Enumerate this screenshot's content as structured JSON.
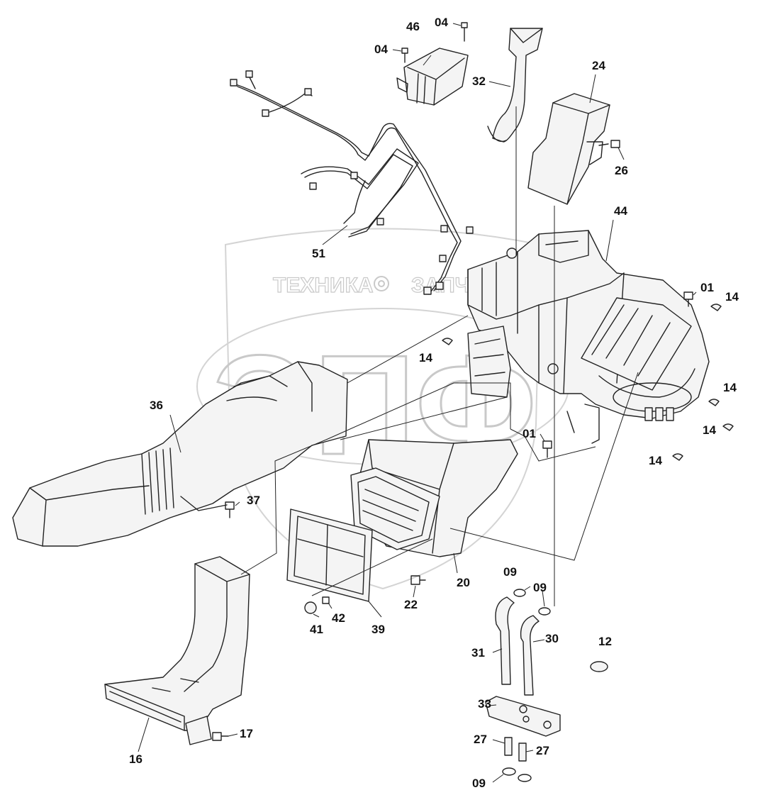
{
  "watermark": {
    "brand_left": "ТЕХНИКА",
    "brand_right": "ЗАПЧАСТИ",
    "logo_letters": "ЭПФ"
  },
  "callouts": [
    {
      "id": "c04a",
      "label": "04"
    },
    {
      "id": "c46",
      "label": "46"
    },
    {
      "id": "c04b",
      "label": "04"
    },
    {
      "id": "c32",
      "label": "32"
    },
    {
      "id": "c24",
      "label": "24"
    },
    {
      "id": "c26",
      "label": "26"
    },
    {
      "id": "c44",
      "label": "44"
    },
    {
      "id": "c51",
      "label": "51"
    },
    {
      "id": "c01a",
      "label": "01"
    },
    {
      "id": "c14a",
      "label": "14"
    },
    {
      "id": "c14b",
      "label": "14"
    },
    {
      "id": "c14c",
      "label": "14"
    },
    {
      "id": "c14d",
      "label": "14"
    },
    {
      "id": "c14e",
      "label": "14"
    },
    {
      "id": "c36",
      "label": "36"
    },
    {
      "id": "c01b",
      "label": "01"
    },
    {
      "id": "c37",
      "label": "37"
    },
    {
      "id": "c20",
      "label": "20"
    },
    {
      "id": "c22",
      "label": "22"
    },
    {
      "id": "c39",
      "label": "39"
    },
    {
      "id": "c41",
      "label": "41"
    },
    {
      "id": "c42",
      "label": "42"
    },
    {
      "id": "c09a",
      "label": "09"
    },
    {
      "id": "c09b",
      "label": "09"
    },
    {
      "id": "c31",
      "label": "31"
    },
    {
      "id": "c30",
      "label": "30"
    },
    {
      "id": "c12",
      "label": "12"
    },
    {
      "id": "c33",
      "label": "33"
    },
    {
      "id": "c27a",
      "label": "27"
    },
    {
      "id": "c27b",
      "label": "27"
    },
    {
      "id": "c09c",
      "label": "09"
    },
    {
      "id": "c16",
      "label": "16"
    },
    {
      "id": "c17",
      "label": "17"
    }
  ]
}
